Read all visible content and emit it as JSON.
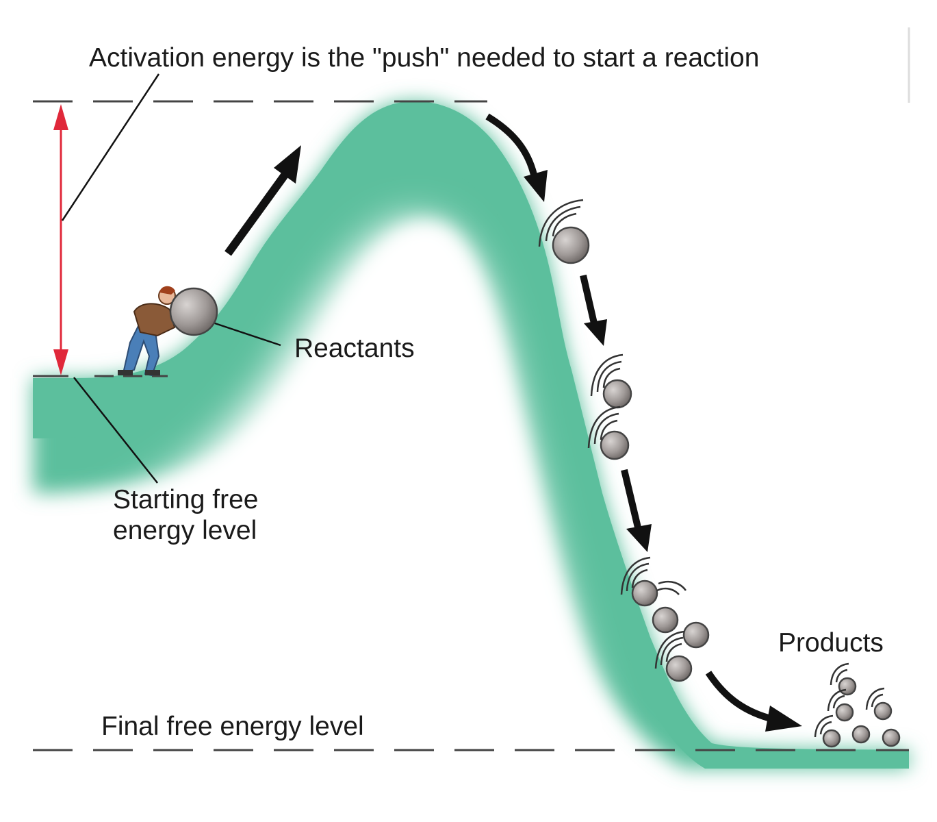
{
  "labels": {
    "title": "Activation energy is the \"push\" needed to start a reaction",
    "reactants": "Reactants",
    "starting_line1": "Starting free",
    "starting_line2": "energy level",
    "final": "Final free energy level",
    "products": "Products"
  },
  "colors": {
    "hill": "#5cbf9d",
    "activation_arrow": "#e0283a",
    "dashes": "#444444",
    "ball": "#a09a98",
    "arrows": "#111111"
  }
}
